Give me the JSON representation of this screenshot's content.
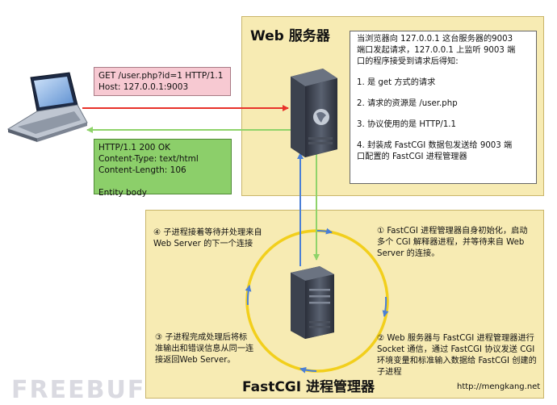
{
  "web_server": {
    "title": "Web 服务器",
    "info": {
      "intro": [
        "当浏览器向 127.0.0.1 这台服务器的9003",
        "端口发起请求，127.0.0.1 上监听 9003 端",
        "口的程序接受到请求后得知:"
      ],
      "points": [
        "1. 是 get 方式的请求",
        "2. 请求的资源是 /user.php",
        "3. 协议使用的是 HTTP/1.1",
        "4. 封装成 FastCGI 数据包发送给 9003 端"
      ],
      "point4_cont": "口配置的 FastCGI 进程管理器"
    }
  },
  "request": [
    "GET /user.php?id=1 HTTP/1.1",
    "Host: 127.0.0.1:9003"
  ],
  "response": [
    "HTTP/1.1 200 OK",
    "Content-Type: text/html",
    "Content-Length: 106",
    "",
    "Entity body"
  ],
  "fastcgi": {
    "title": "FastCGI 进程管理器",
    "step1": [
      "① FastCGI 进程管理器自身初始化，启动",
      "多个 CGI 解释器进程，并等待来自 Web",
      "Server 的连接。"
    ],
    "step2": [
      "② Web 服务器与 FastCGI 进程管理器进行",
      "Socket 通信，通过 FastCGI 协议发送 CGI",
      "环境变量和标准输入数据给 FastCGI 创建的",
      "子进程"
    ],
    "step3": [
      "③ 子进程完成处理后将标",
      "准输出和错误信息从同一连",
      "接返回Web Server。"
    ],
    "step4": [
      "④ 子进程接着等待并处理来自",
      "Web Server 的下一个连接"
    ]
  },
  "url": "http://mengkang.net",
  "watermark": "FREEBUF",
  "colors": {
    "panel": "#f7ebb3",
    "request_box": "#f7c9d2",
    "response_box": "#8ccf6a",
    "red_arrow": "#e8322a",
    "green_arrow": "#8fd36a",
    "blue_arrow": "#4b7fd6",
    "circle": "#f2cf1c"
  }
}
